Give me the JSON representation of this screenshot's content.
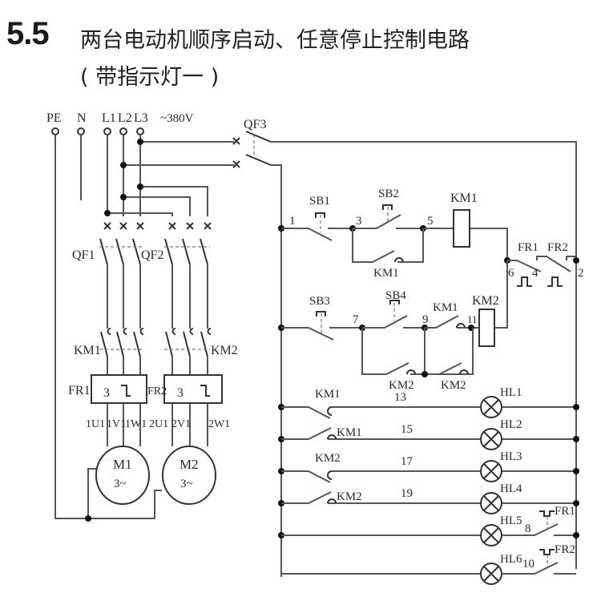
{
  "title": {
    "number": "5.5",
    "main": "两台电动机顺序启动、任意停止控制电路",
    "sub": "( 带指示灯一 )"
  },
  "power": {
    "terminals": [
      "PE",
      "N",
      "L1",
      "L2",
      "L3"
    ],
    "voltage": "~380V"
  },
  "main_circuit": {
    "breakers": [
      "QF1",
      "QF2",
      "QF3"
    ],
    "contactors": [
      "KM1",
      "KM2"
    ],
    "overloads": [
      "FR1",
      "FR2"
    ],
    "overload_box_text": "3",
    "motor_terminals": [
      "1U1",
      "1V1",
      "1W1",
      "2U1",
      "2V1",
      "2W1"
    ],
    "motors": [
      {
        "name": "M1",
        "type": "3~"
      },
      {
        "name": "M2",
        "type": "3~"
      }
    ]
  },
  "control_circuit": {
    "nodes": [
      "1",
      "3",
      "5",
      "6",
      "4",
      "2",
      "7",
      "9",
      "11",
      "13",
      "15",
      "17",
      "19",
      "8",
      "10"
    ],
    "row1": {
      "stop": "SB1",
      "start": "SB2",
      "hold": "KM1",
      "coil": "KM1"
    },
    "row2": {
      "stop": "SB3",
      "start": "SB4",
      "interlock": "KM1",
      "coil": "KM2",
      "hold_a": "KM2",
      "hold_b": "KM2"
    },
    "overload_contacts": [
      "FR1",
      "FR2"
    ],
    "lamps": [
      {
        "name": "HL1",
        "contact": "KM1",
        "node": "13"
      },
      {
        "name": "HL2",
        "contact": "KM1",
        "node": "15"
      },
      {
        "name": "HL3",
        "contact": "KM2",
        "node": "17"
      },
      {
        "name": "HL4",
        "contact": "KM2",
        "node": "19"
      },
      {
        "name": "HL5",
        "contact": "FR1",
        "node": "8"
      },
      {
        "name": "HL6",
        "contact": "FR2",
        "node": "10"
      }
    ]
  }
}
